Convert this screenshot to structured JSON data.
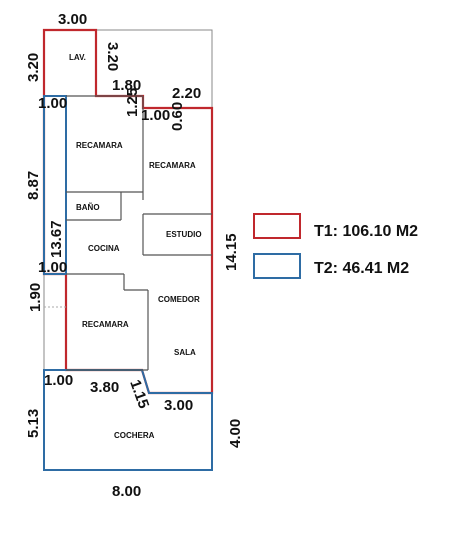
{
  "rooms": {
    "lav": "LAV.",
    "recamara_1": "RECAMARA",
    "recamara_2": "RECAMARA",
    "bano": "BAÑO",
    "cocina": "COCINA",
    "estudio": "ESTUDIO",
    "comedor": "COMEDOR",
    "recamara_3": "RECAMARA",
    "sala": "SALA",
    "cochera": "COCHERA"
  },
  "dimensions": {
    "d_top_300": "3.00",
    "d_left_320": "3.20",
    "d_inner_320": "3.20",
    "d_180": "1.80",
    "d_220": "2.20",
    "d_125": "1.25",
    "d_100_a": "1.00",
    "d_100_b": "1.00",
    "d_060": "0.60",
    "d_887": "8.87",
    "d_1367": "13.67",
    "d_100_c": "1.00",
    "d_1415": "14.15",
    "d_190": "1.90",
    "d_100_d": "1.00",
    "d_380": "3.80",
    "d_115": "1.15",
    "d_300_b": "3.00",
    "d_513": "5.13",
    "d_400": "4.00",
    "d_800": "8.00"
  },
  "legend": {
    "t1": "T1: 106.10 M2",
    "t2": "T2: 46.41 M2"
  },
  "colors": {
    "t1": "#c0282d",
    "t2": "#2e6ca4",
    "wall": "#555555"
  }
}
